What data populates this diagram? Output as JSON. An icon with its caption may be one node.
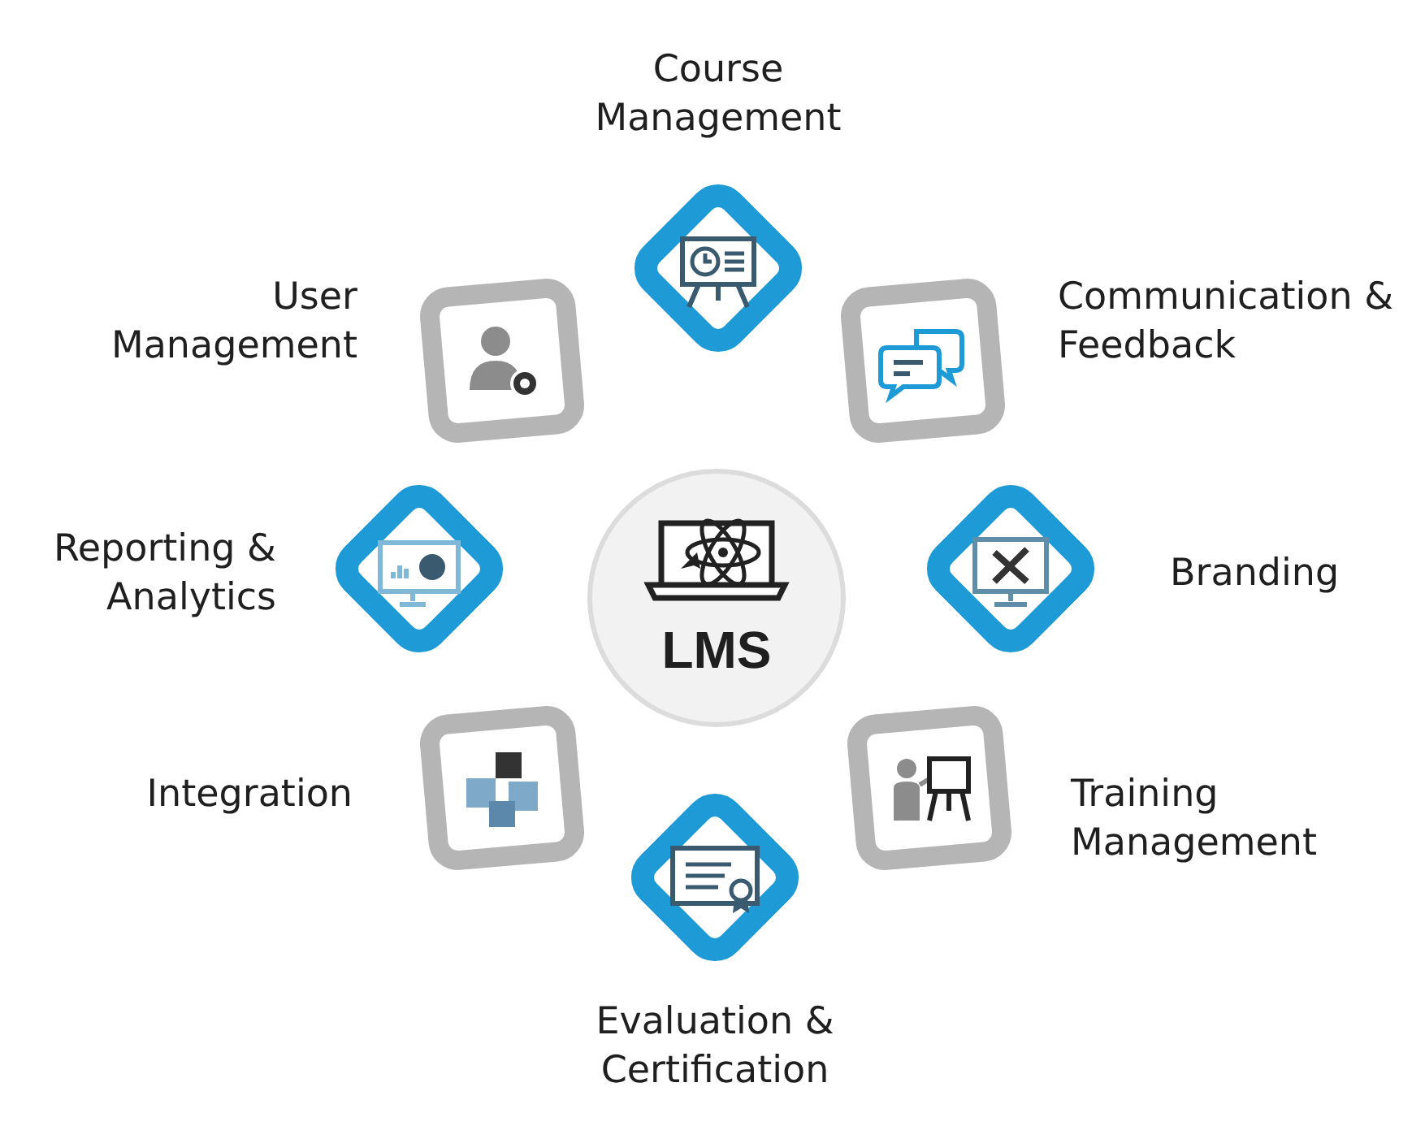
{
  "diagram": {
    "nodes": [
      {
        "text": [
          "Course Management"
        ]
      },
      {
        "text": [
          "User Management"
        ]
      },
      {
        "text": [
          "Communication & Feedback"
        ]
      },
      {
        "text": [
          "Reporting & Analytics"
        ]
      },
      {
        "text": [
          "LMS"
        ]
      },
      {
        "text": [
          "Branding"
        ]
      },
      {
        "text": [
          "Integration"
        ]
      },
      {
        "text": [
          "Training Management"
        ]
      },
      {
        "text": [
          "Evaluation & Certification"
        ]
      }
    ]
  }
}
